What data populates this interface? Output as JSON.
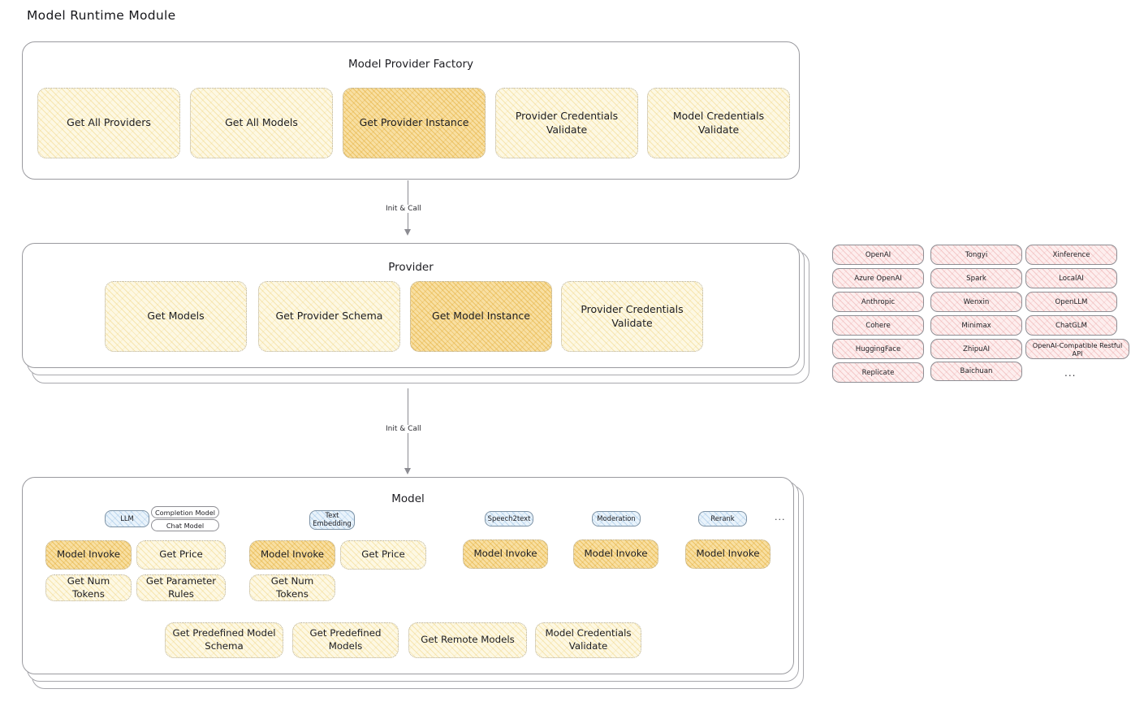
{
  "page": {
    "title": "Model Runtime Module"
  },
  "connectors": [
    {
      "label": "Init & Call"
    },
    {
      "label": "Init & Call"
    }
  ],
  "factory": {
    "title": "Model Provider Factory",
    "boxes": [
      {
        "label": "Get All Providers",
        "highlight": false
      },
      {
        "label": "Get All Models",
        "highlight": false
      },
      {
        "label": "Get Provider Instance",
        "highlight": true
      },
      {
        "label": "Provider Credentials Validate",
        "highlight": false
      },
      {
        "label": "Model Credentials Validate",
        "highlight": false
      }
    ]
  },
  "provider": {
    "title": "Provider",
    "boxes": [
      {
        "label": "Get Models",
        "highlight": false
      },
      {
        "label": "Get Provider Schema",
        "highlight": false
      },
      {
        "label": "Get Model Instance",
        "highlight": true
      },
      {
        "label": "Provider Credentials Validate",
        "highlight": false
      }
    ]
  },
  "provider_list": {
    "ellipsis": "...",
    "columns": [
      {
        "items": [
          "OpenAI",
          "Azure OpenAI",
          "Anthropic",
          "Cohere",
          "HuggingFace",
          "Replicate"
        ]
      },
      {
        "items": [
          "Tongyi",
          "Spark",
          "Wenxin",
          "Minimax",
          "ZhipuAI",
          "Baichuan"
        ]
      },
      {
        "items": [
          "Xinference",
          "LocalAI",
          "OpenLLM",
          "ChatGLM",
          "OpenAI-Compatible Restful API"
        ]
      }
    ]
  },
  "model": {
    "title": "Model",
    "ellipsis": "...",
    "types": [
      {
        "name": "LLM",
        "subtypes": [
          "Completion Model",
          "Chat Model"
        ],
        "methods": [
          {
            "label": "Model Invoke",
            "highlight": true
          },
          {
            "label": "Get Price",
            "highlight": false
          },
          {
            "label": "Get Num Tokens",
            "highlight": false
          },
          {
            "label": "Get Parameter Rules",
            "highlight": false
          }
        ]
      },
      {
        "name": "Text Embedding",
        "subtypes": [],
        "methods": [
          {
            "label": "Model Invoke",
            "highlight": true
          },
          {
            "label": "Get Price",
            "highlight": false
          },
          {
            "label": "Get Num Tokens",
            "highlight": false
          }
        ]
      },
      {
        "name": "Speech2text",
        "subtypes": [],
        "methods": [
          {
            "label": "Model Invoke",
            "highlight": true
          }
        ]
      },
      {
        "name": "Moderation",
        "subtypes": [],
        "methods": [
          {
            "label": "Model Invoke",
            "highlight": true
          }
        ]
      },
      {
        "name": "Rerank",
        "subtypes": [],
        "methods": [
          {
            "label": "Model Invoke",
            "highlight": true
          }
        ]
      }
    ],
    "common_methods": [
      {
        "label": "Get Predefined Model Schema"
      },
      {
        "label": "Get Predefined Models"
      },
      {
        "label": "Get Remote Models"
      },
      {
        "label": "Model Credentials Validate"
      }
    ]
  },
  "colors": {
    "cream": "#fdf8e3",
    "gold": "#f8dfa2",
    "pink": "#fdeeee",
    "blue": "#e9f3fb",
    "stroke": "#9a9a9f"
  }
}
